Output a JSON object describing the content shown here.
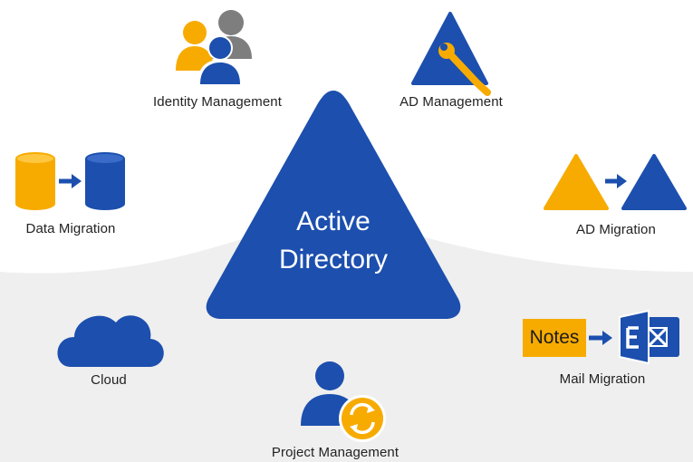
{
  "colors": {
    "blue": "#1c4fae",
    "orange": "#f7ab00",
    "grey": "#7e7e7e",
    "background_glow": "#eeeeee"
  },
  "center": {
    "line1": "Active",
    "line2": "Directory"
  },
  "nodes": {
    "identity_management": {
      "label": "Identity Management",
      "icon": "user-group-icon"
    },
    "ad_management": {
      "label": "AD Management",
      "icon": "triangle-wrench-icon"
    },
    "data_migration": {
      "label": "Data Migration",
      "icon": "database-transfer-icon"
    },
    "ad_migration": {
      "label": "AD Migration",
      "icon": "triangle-transfer-icon"
    },
    "cloud": {
      "label": "Cloud",
      "icon": "cloud-icon"
    },
    "mail_migration": {
      "label": "Mail Migration",
      "icon": "notes-to-exchange-icon",
      "notes_badge": "Notes"
    },
    "project_management": {
      "label": "Project Management",
      "icon": "user-sync-icon"
    }
  }
}
